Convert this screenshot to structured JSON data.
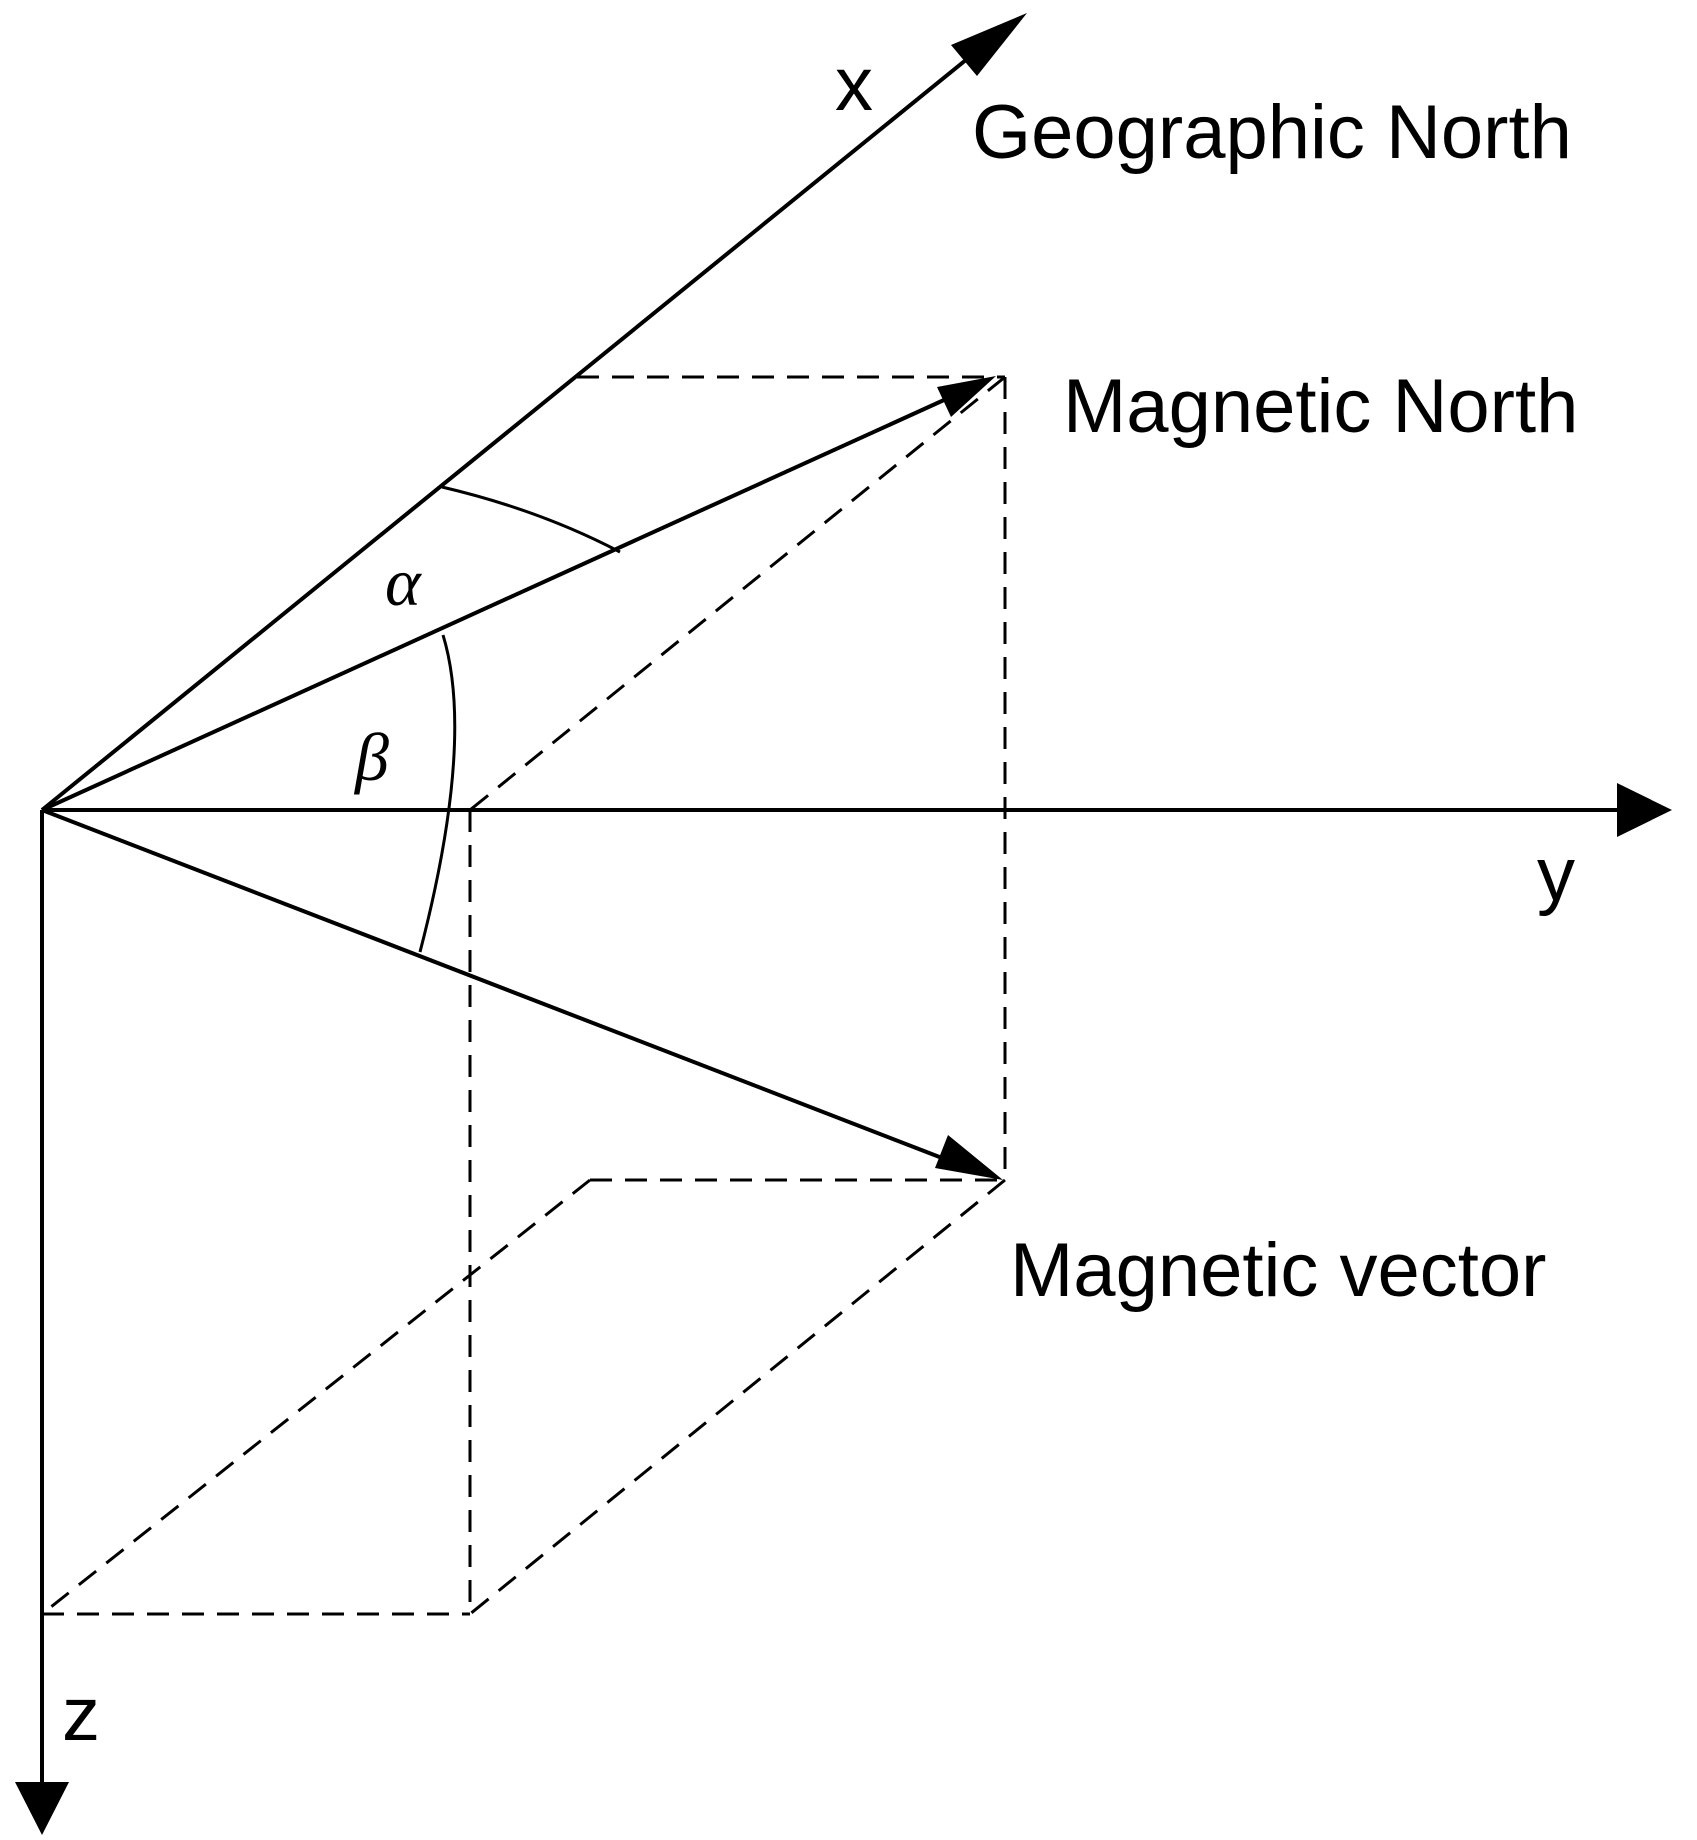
{
  "labels": {
    "x_axis": "x",
    "y_axis": "y",
    "z_axis": "z",
    "geographic_north": "Geographic North",
    "magnetic_north": "Magnetic North",
    "magnetic_vector": "Magnetic vector",
    "alpha": "α",
    "beta": "β"
  }
}
